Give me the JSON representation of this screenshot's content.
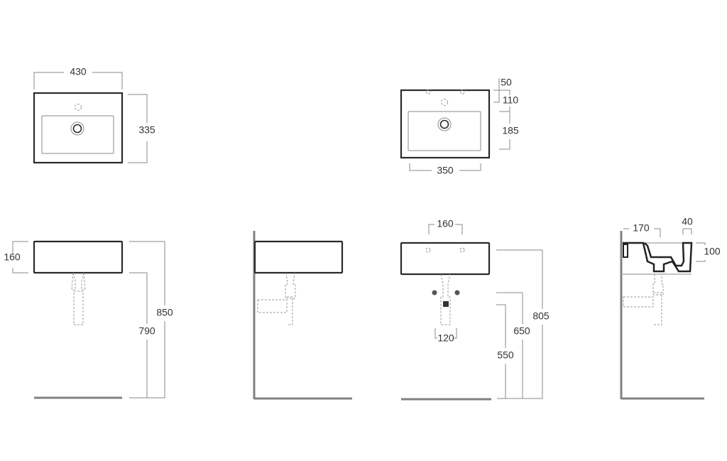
{
  "top_plan_view": {
    "width": "430",
    "depth": "335"
  },
  "top_plan_view_2": {
    "hole_offset": "50",
    "tap_to_bowl": "110",
    "bowl_depth": "185",
    "bowl_width": "350"
  },
  "front_view": {
    "height": "160",
    "top_height": "850",
    "bottom_height": "790"
  },
  "side_wall_view": {},
  "front_view_2": {
    "hole_spacing": "160",
    "bolt_spacing": "120",
    "top_height": "805",
    "bolt_height": "650",
    "waste_height": "550"
  },
  "section_view": {
    "depth_to_center": "170",
    "rim": "40",
    "bowl_depth": "100"
  }
}
